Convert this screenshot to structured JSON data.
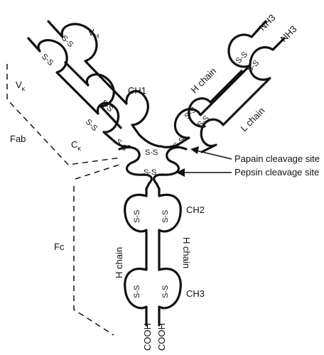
{
  "labels": {
    "vh_main": "V",
    "vh_sub": "H",
    "vk_main": "V",
    "vk_sub": "κ",
    "ch1": "CH1",
    "ck_main": "C",
    "ck_sub": "κ",
    "fab": "Fab",
    "fc": "Fc",
    "h_chain_right": "H chain",
    "l_chain": "L chain",
    "h_chain_left_stem": "H chain",
    "h_chain_right_stem": "H chain",
    "ch2": "CH2",
    "ch3": "CH3",
    "nh3_a": "NH3",
    "nh3_b": "NH3",
    "cooh_a": "COOH",
    "cooh_b": "COOH",
    "papain": "Papain cleavage site",
    "pepsin": "Pepsin cleavage site"
  },
  "ss": "S-S"
}
